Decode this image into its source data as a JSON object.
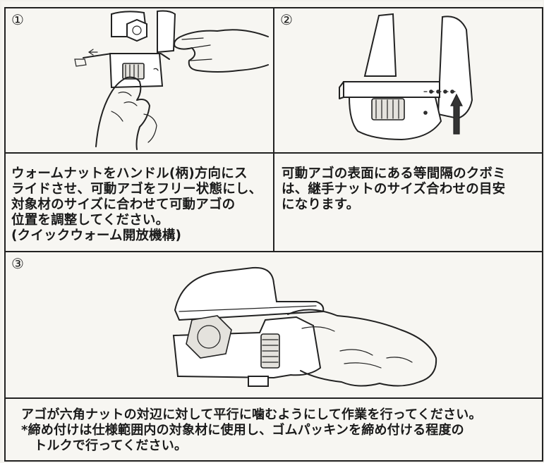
{
  "panels": [
    {
      "number": "①",
      "caption": "ウォームナットをハンドル(柄)方向にス\nライドさせ、可動アゴをフリー状態にし、\n対象材のサイズに合わせて可動アゴの\n位置を調整してください。\n(クイックウォーム開放機構)"
    },
    {
      "number": "②",
      "caption": "可動アゴの表面にある等間隔のクボミ\nは、継手ナットのサイズ合わせの目安\nになります。"
    },
    {
      "number": "③",
      "caption": "アゴが六角ナットの対辺に対して平行に噛むようにして作業を行ってください。\n*締め付けは仕様範囲内の対象材に使用し、ゴムパッキンを締め付ける程度の\n　トルクで行ってください。"
    }
  ]
}
